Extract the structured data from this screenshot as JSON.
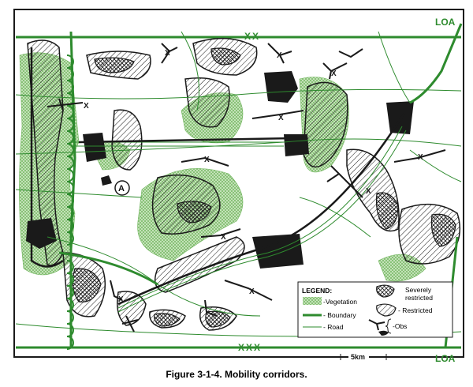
{
  "map": {
    "loa_label_top": "LOA",
    "loa_label_bottom": "LOA",
    "boundary_marker_top": "XX",
    "boundary_marker_bottom": "XXX",
    "objective_label": "A",
    "caption": "Figure 3-1-4. Mobility corridors.",
    "scale_label": "5km"
  },
  "legend": {
    "title": "LEGEND:",
    "vegetation": "-Vegetation",
    "boundary": "- Boundary",
    "road": "- Road",
    "severely_restricted_line1": "Severely",
    "severely_restricted_line2": "restricted",
    "restricted": "- Restricted",
    "obs": "-Obs"
  },
  "colors": {
    "green": "#2e8b2e",
    "dark": "#1a1a1a",
    "vegetation": "#7cbf6a"
  }
}
